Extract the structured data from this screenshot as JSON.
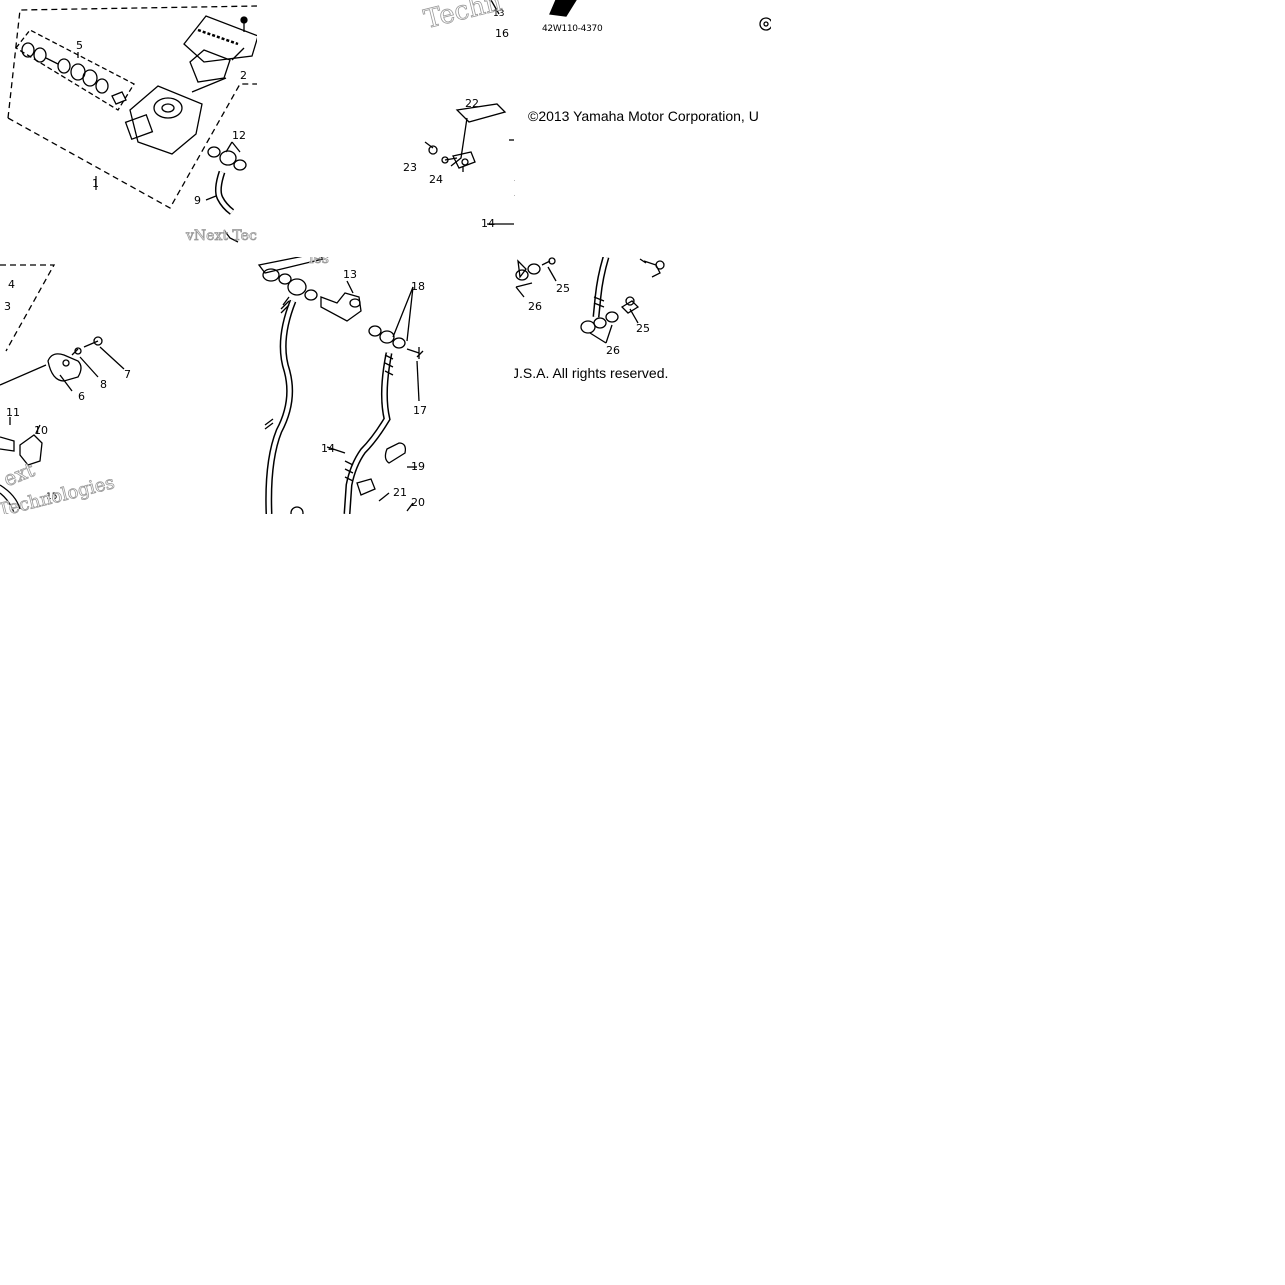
{
  "copyright": {
    "line1": "©2013 Yamaha Motor Corporation, U",
    "line2": "J.S.A. All rights reserved."
  },
  "part_code": "42W110-4370",
  "watermarks": {
    "w1": "Techn",
    "w2": "vNext Tec",
    "w3": "ies",
    "w4": "ext",
    "w5": "Technologies"
  },
  "callouts": {
    "c1": "1",
    "c2": "2",
    "c3": "3",
    "c4": "4",
    "c5": "5",
    "c6": "6",
    "c7": "7",
    "c8": "8",
    "c9": "9",
    "c10": "10",
    "c11": "11",
    "c12": "12",
    "c13": "13",
    "c13b": "13",
    "c14": "14",
    "c14b": "14",
    "c15": "15",
    "c16": "16",
    "c17": "17",
    "c18": "18",
    "c19": "19",
    "c20": "20",
    "c21": "21",
    "c22": "22",
    "c23": "23",
    "c24": "24",
    "c25": "25",
    "c25b": "25",
    "c26": "26",
    "c26b": "26"
  }
}
